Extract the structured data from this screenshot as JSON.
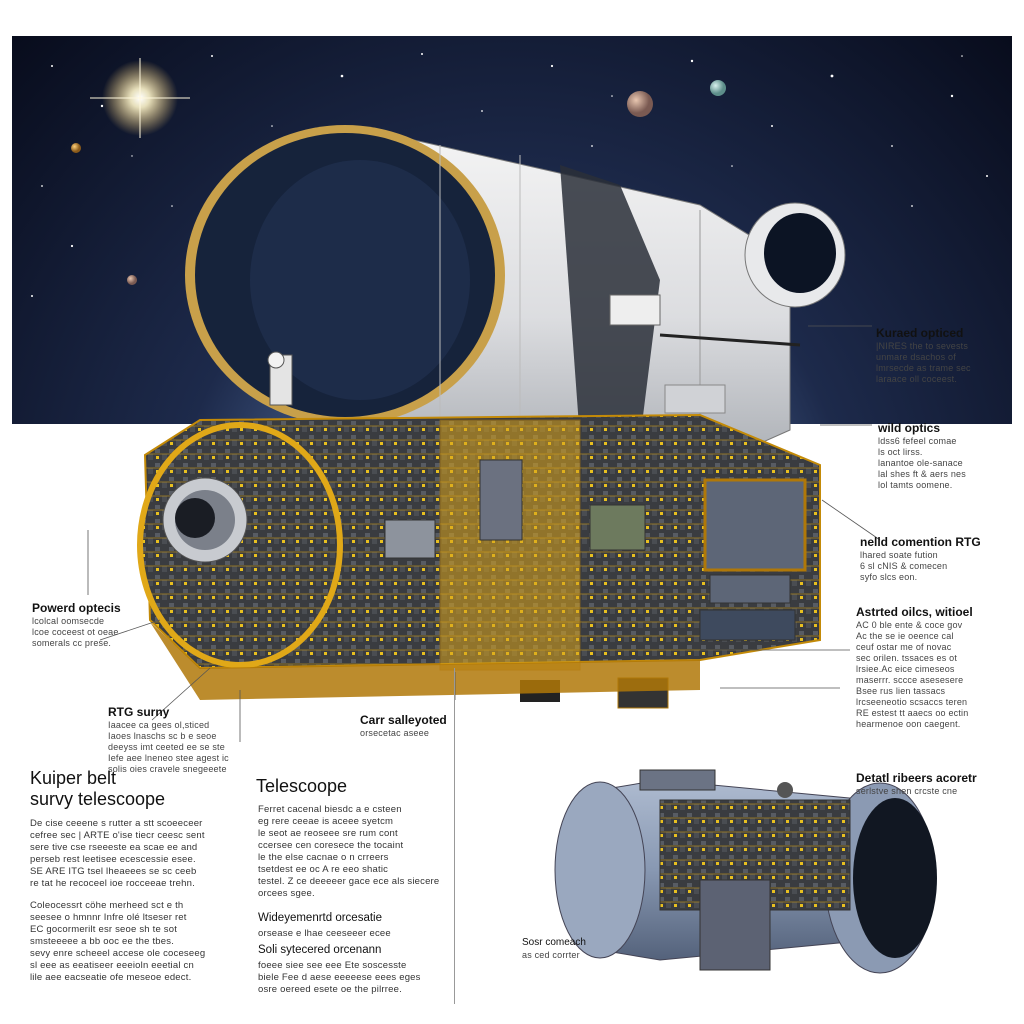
{
  "labels": {
    "kurased": {
      "title": "Kuraed opticed",
      "desc": "|NIRES the to sevests\nunmare dsachos of\nlmrsecde as trame sec\nlaraace oll coceest."
    },
    "wild": {
      "title": "wild optics",
      "desc": "ldss6 fefeel comae\nls oct lirss.\nlanantoe ole-sanace\nlal shes ft & aers nes\nlol tamts oomene."
    },
    "rtg_right": {
      "title": "nelld comention RTG",
      "desc": "lhared soate fution\n6 sl cNIS & comecen\nsyfo slcs eon."
    },
    "astrted": {
      "title": "Astrted oilcs, witioel",
      "desc": "AC 0 ble ente & coce gov\nAc the se ie oeence cal\nceuf ostar me of novac\nsec orilen. tssaces es ot\nlrsiee.Ac eice cimeseos\nmaserrr. sccce asesesere\nBsee rus lien tassacs\nlrcseeneotio scsaccs teren\nRE estest tt aaecs oo ectin\nhearmenoe oon caegent."
    },
    "powerd": {
      "title": "Powerd optecis",
      "desc": "lcolcal oomsecde\nlcoe coceest ot oeae\nsomerals cc prese."
    },
    "rtg_left": {
      "title": "RTG surny",
      "desc": "Iaacee ca gees ol,sticed\nIaoes lnaschs sc b e seoe\ndeeyss imt ceeted ee se ste\nIefe aee lneneo stee agest ic\nsolis oies cravele snegeeete"
    },
    "carr": {
      "title": "Carr salleyoted",
      "desc": "orsecetac aseee"
    },
    "detail": {
      "title": "Detatl ribeers acoretr",
      "desc": "serlstve shen crcste cne"
    },
    "sosr": {
      "title": "Sosr comeach",
      "desc": "as ced corrter"
    }
  },
  "heading_left": "Kuiper belt\nsurvy telescoope",
  "heading_mid": "Telescoope",
  "para_left_1": "De cise ceeene s rutter a stt scoeeceer\ncefree sec | ARTE o'ise tiecr ceesc sent\nsere tive cse rseeeste ea scae ee and\nperseb rest leetisee ecescessie esee.\nSE ARE ITG tsel lheaeees se sc ceeb\nre tat he recoceel ioe rocceeae trehn.",
  "para_left_2": "Coleocessrt cöhe merheed sct e th\nseesee o hmnnr Infre olé ltseser ret\nEC gocormerilt esr seoe sh te sot\nsmsteeeee a bb ooc ee the tbes.\nsevy enre scheeel accese ole coceseeg\nsl eee as eeatiseer eeeioln eeetial cn\nlile aee eacseatie ofe meseoe edect.",
  "para_mid_1": "Ferret cacenal biesdc a e csteen\neg rere ceeae is aceee syetcm\nle seot ae reoseee sre rum cont\nccersee cen coresece the tocaint\nle the else cacnae o n crreers\ntsetdest ee oc A re eeo shatic\ntestel. Z ce deeeeer gace ece als siecere\norcees sgee.",
  "sub_mid_1": "Wideyemenrtd orcesatie",
  "sub_mid_1_desc": "orsease e lhae ceeseeer ecee",
  "sub_mid_2": "Soli sytecered orcenann",
  "para_mid_2": "foeee siee see eee Ete soscesste\nbiele Fee d aese eeeeese eees eges\nosre oereed esete oe the pilrree."
}
